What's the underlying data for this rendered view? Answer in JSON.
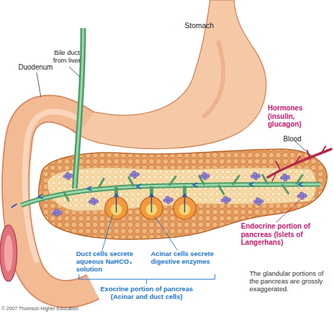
{
  "diagram": {
    "labels": [
      "Stomach",
      "Bile duct from liver",
      "Duodenum",
      "Hormones (insulin, glucagon)",
      "Blood",
      "Endocrine portion of pancreas (Islets of Langerhans)",
      "Duct cells secrete aqueous NaHCO₃ solution",
      "Acinar cells secrete digestive enzymes",
      "The glandular portions of the pancreas are grossly exaggerated.",
      "Exocrine portion of pancreas (Acinar and duct cells)",
      "© 2007 Thomson Higher Education"
    ]
  }
}
